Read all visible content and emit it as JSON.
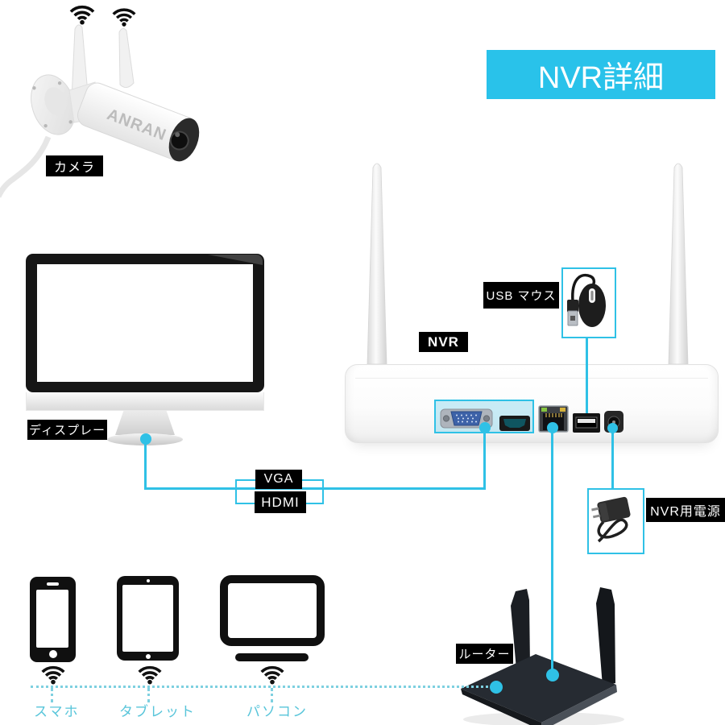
{
  "banner": {
    "label": "NVR詳細",
    "bg": "#29C2EA"
  },
  "device_labels": {
    "camera": "カメラ",
    "display": "ディスプレー",
    "nvr": "NVR",
    "usb_mouse": "USB マウス",
    "vga": "VGA",
    "hdmi": "HDMI",
    "nvr_power": "NVR用電源",
    "router": "ルーター"
  },
  "client_labels": {
    "smartphone": "スマホ",
    "tablet": "タブレット",
    "pc": "パソコン"
  },
  "camera": {
    "brand": "ANRAN"
  },
  "colors": {
    "accent_cyan": "#2FC1E6",
    "dotted_line": "#7ED0E0",
    "client_text": "#58C5DA",
    "label_bg": "#000000",
    "label_text": "#FFFFFF",
    "background": "#FFFFFF"
  },
  "icons": {
    "wifi": "wifi-icon",
    "vga_port": "vga-port",
    "hdmi_port": "hdmi-port",
    "ethernet_port": "ethernet-port",
    "usb_port": "usb-port",
    "power_jack": "power-jack"
  }
}
